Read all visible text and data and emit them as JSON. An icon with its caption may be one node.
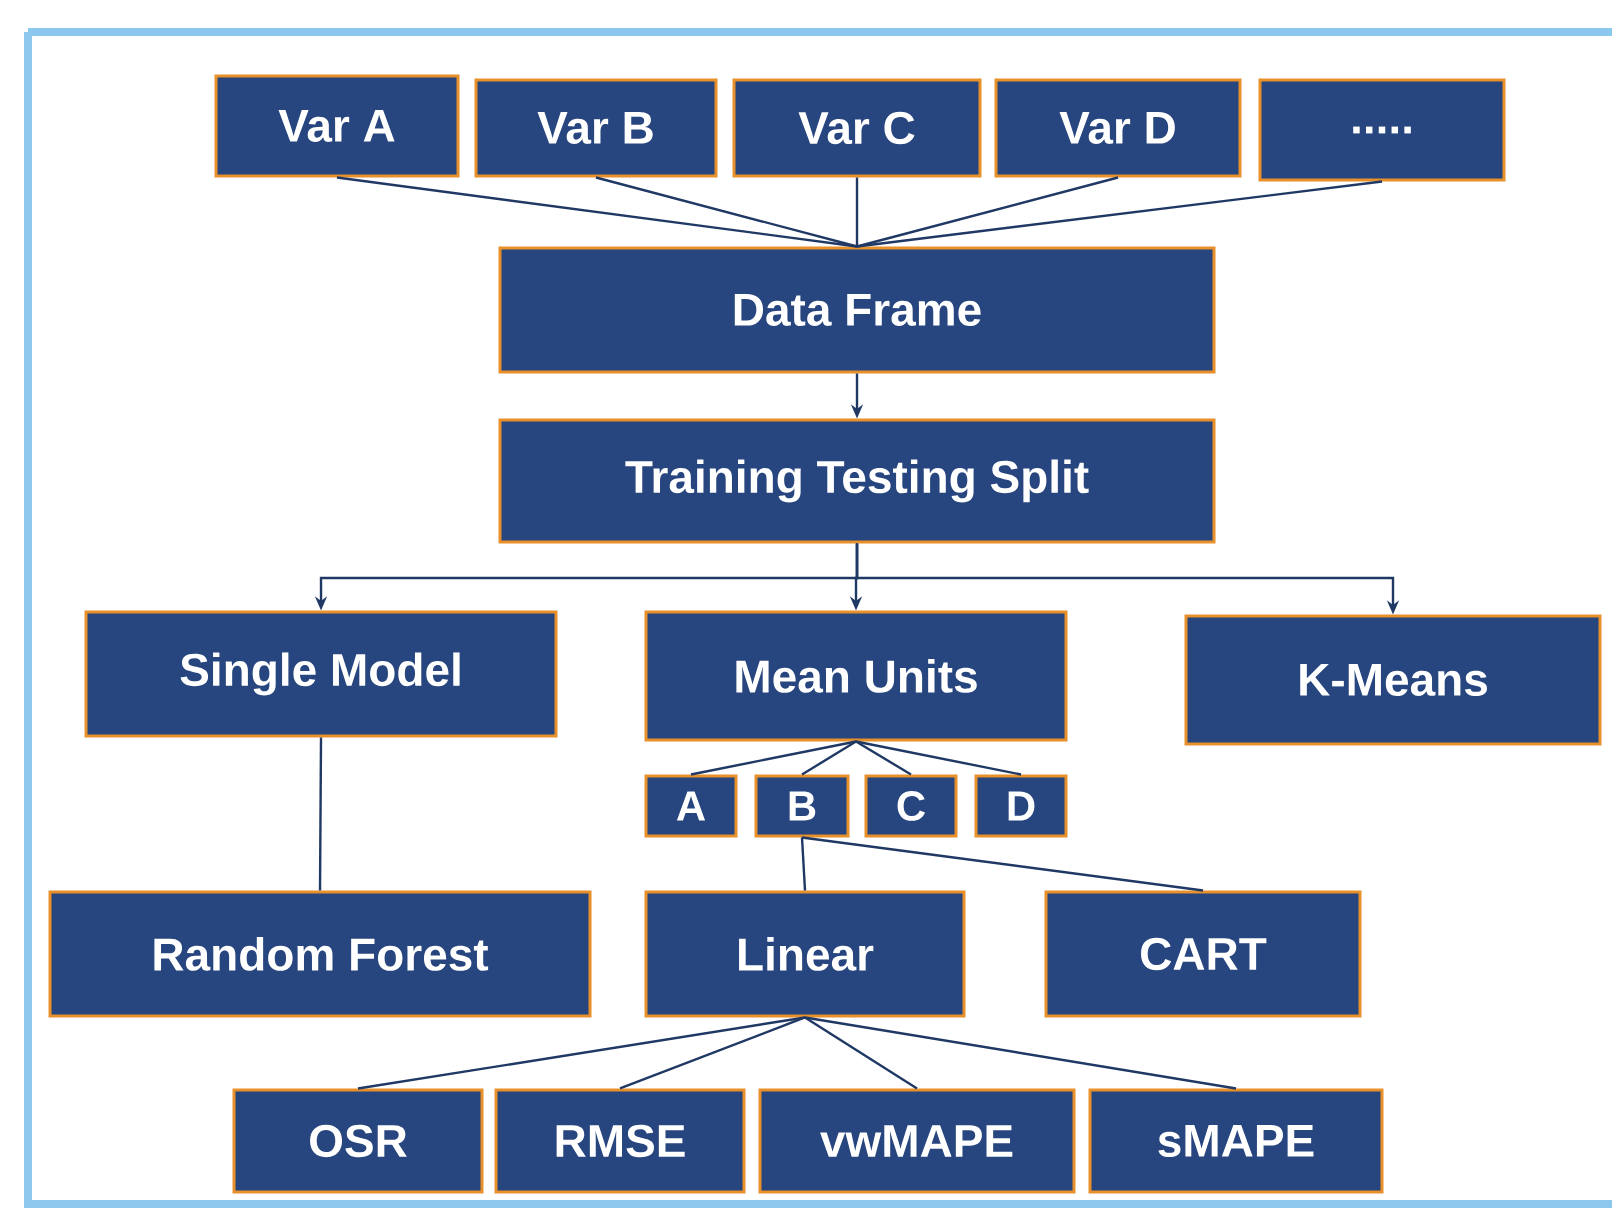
{
  "diagram": {
    "nodes": [
      {
        "text": [
          "Var A"
        ]
      },
      {
        "text": [
          "Var B"
        ]
      },
      {
        "text": [
          "Var C"
        ]
      },
      {
        "text": [
          "Var D"
        ]
      },
      {
        "text": [
          "....."
        ]
      },
      {
        "text": [
          "Data Frame"
        ]
      },
      {
        "text": [
          "Training Testing Split"
        ]
      },
      {
        "text": [
          "Single Model"
        ]
      },
      {
        "text": [
          "Mean Units"
        ]
      },
      {
        "text": [
          "K-Means"
        ]
      },
      {
        "text": [
          "A"
        ]
      },
      {
        "text": [
          "B"
        ]
      },
      {
        "text": [
          "C"
        ]
      },
      {
        "text": [
          "D"
        ]
      },
      {
        "text": [
          "Random Forest"
        ]
      },
      {
        "text": [
          "Linear"
        ]
      },
      {
        "text": [
          "CART"
        ]
      },
      {
        "text": [
          "OSR"
        ]
      },
      {
        "text": [
          "RMSE"
        ]
      },
      {
        "text": [
          "vwMAPE"
        ]
      },
      {
        "text": [
          "sMAPE"
        ]
      }
    ],
    "edges": [
      {
        "from": 0,
        "to": 5,
        "arrow": "none"
      },
      {
        "from": 1,
        "to": 5,
        "arrow": "none"
      },
      {
        "from": 2,
        "to": 5,
        "arrow": "none"
      },
      {
        "from": 3,
        "to": 5,
        "arrow": "none"
      },
      {
        "from": 4,
        "to": 5,
        "arrow": "none"
      },
      {
        "from": 5,
        "to": 6,
        "arrow": "to"
      },
      {
        "from": 6,
        "to": 7,
        "arrow": "to"
      },
      {
        "from": 6,
        "to": 8,
        "arrow": "to"
      },
      {
        "from": 6,
        "to": 9,
        "arrow": "to"
      },
      {
        "from": 8,
        "to": 10,
        "arrow": "none"
      },
      {
        "from": 8,
        "to": 11,
        "arrow": "none"
      },
      {
        "from": 8,
        "to": 12,
        "arrow": "none"
      },
      {
        "from": 8,
        "to": 13,
        "arrow": "none"
      },
      {
        "from": 7,
        "to": 14,
        "arrow": "none"
      },
      {
        "from": 11,
        "to": 15,
        "arrow": "none"
      },
      {
        "from": 11,
        "to": 16,
        "arrow": "none"
      },
      {
        "from": 15,
        "to": 17,
        "arrow": "none"
      },
      {
        "from": 15,
        "to": 18,
        "arrow": "none"
      },
      {
        "from": 15,
        "to": 19,
        "arrow": "none"
      },
      {
        "from": 15,
        "to": 20,
        "arrow": "none"
      }
    ]
  }
}
